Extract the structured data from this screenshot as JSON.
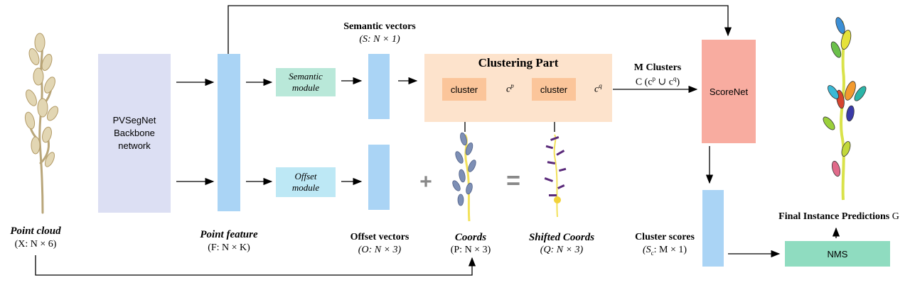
{
  "input": {
    "title": "Point cloud",
    "subtitle": "(X: N × 6)"
  },
  "backbone": {
    "line1": "PVSegNet",
    "line2": "Backbone",
    "line3": "network"
  },
  "point_feature": {
    "title": "Point feature",
    "subtitle": "(F: N × K)"
  },
  "semantic_module": {
    "line1": "Semantic",
    "line2": "module"
  },
  "offset_module": {
    "line1": "Offset",
    "line2": "module"
  },
  "semantic_vectors": {
    "title": "Semantic vectors",
    "subtitle": "(S: N × 1)"
  },
  "offset_vectors": {
    "title": "Offset vectors",
    "subtitle": "(O: N × 3)"
  },
  "clustering": {
    "title": "Clustering Part",
    "cluster1": "cluster",
    "cp": "c",
    "cp_sup": "p",
    "cluster2": "cluster",
    "cq": "c",
    "cq_sup": "q"
  },
  "coords": {
    "title": "Coords",
    "subtitle": "(P: N × 3)"
  },
  "shifted": {
    "title": "Shifted Coords",
    "subtitle": "(Q: N × 3)"
  },
  "plus": "+",
  "equals": "=",
  "m_clusters": {
    "title": "M Clusters",
    "subtitle": "C (c",
    "sup1": "p",
    "mid": " ∪ c",
    "sup2": "q",
    "end": ")"
  },
  "scorenet": "ScoreNet",
  "cluster_scores": {
    "title": "Cluster scores",
    "subtitle": "(S",
    "sub_c": "c",
    "rest": ": M × 1)"
  },
  "nms": "NMS",
  "final": {
    "title": "Final Instance Predictions",
    "suffix": "G"
  },
  "colors": {
    "backbone": "#dcdff3",
    "feature_bar": "#aad4f5",
    "semantic_module": "#b9e8d9",
    "offset_module": "#bde8f5",
    "clustering_bg": "#fde3cc",
    "cluster_box": "#fbc59a",
    "scorenet": "#f8aca0",
    "nms": "#8fdcc0",
    "operator": "#888888"
  }
}
